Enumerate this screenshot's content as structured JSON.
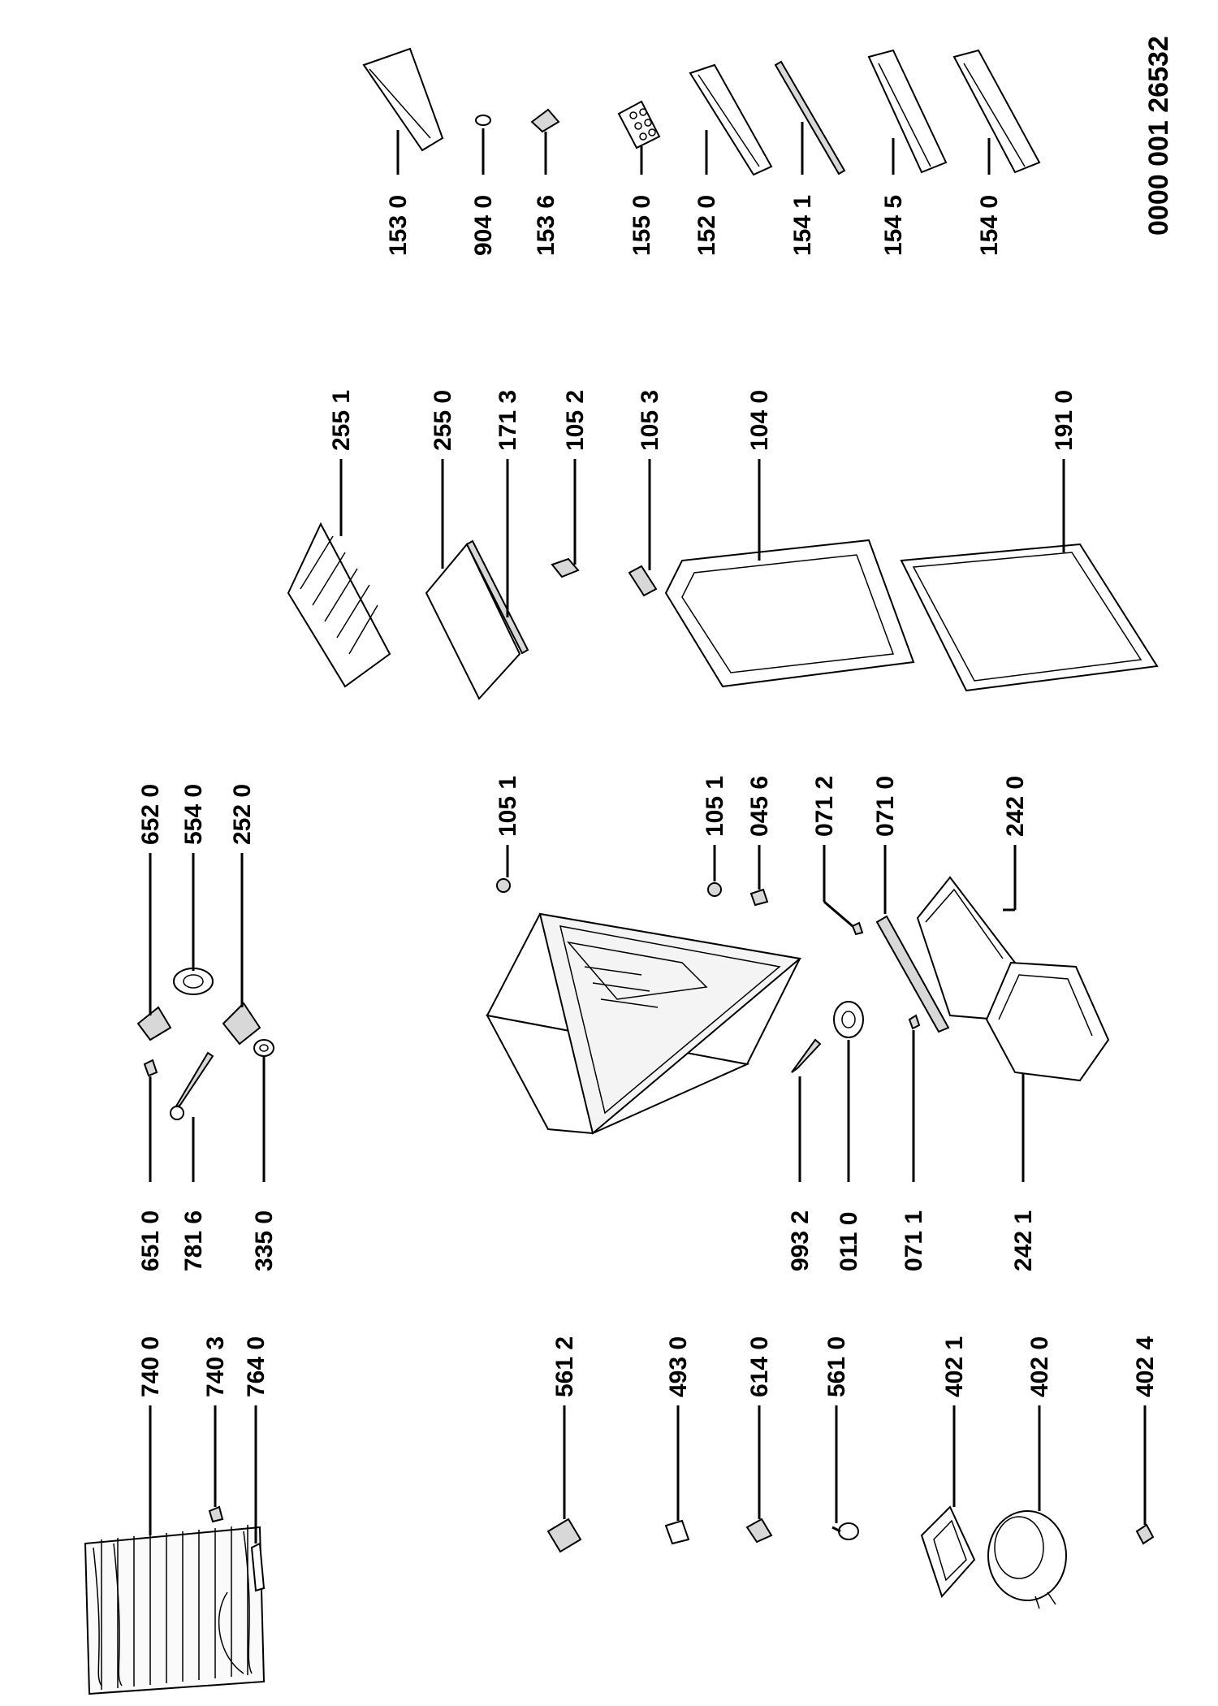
{
  "document_number": "0000 001 26532",
  "part_labels": {
    "p153_0": "153 0",
    "p904_0": "904 0",
    "p153_6": "153 6",
    "p155_0": "155 0",
    "p152_0": "152 0",
    "p154_1": "154 1",
    "p154_5": "154 5",
    "p154_0": "154 0",
    "p255_1": "255 1",
    "p255_0": "255 0",
    "p171_3": "171 3",
    "p105_2": "105 2",
    "p105_3": "105 3",
    "p104_0": "104 0",
    "p191_0": "191 0",
    "p652_0": "652 0",
    "p554_0": "554 0",
    "p252_0": "252 0",
    "p651_0": "651 0",
    "p781_6": "781 6",
    "p335_0": "335 0",
    "p105_1a": "105 1",
    "p105_1b": "105 1",
    "p045_6": "045 6",
    "p071_2": "071 2",
    "p071_0": "071 0",
    "p242_0": "242 0",
    "p993_2": "993 2",
    "p011_0": "011 0",
    "p071_1": "071 1",
    "p242_1": "242 1",
    "p740_0": "740 0",
    "p740_3": "740 3",
    "p764_0": "764 0",
    "p561_2": "561 2",
    "p493_0": "493 0",
    "p614_0": "614 0",
    "p561_0": "561 0",
    "p402_1": "402 1",
    "p402_0": "402 0",
    "p402_4": "402 4"
  }
}
